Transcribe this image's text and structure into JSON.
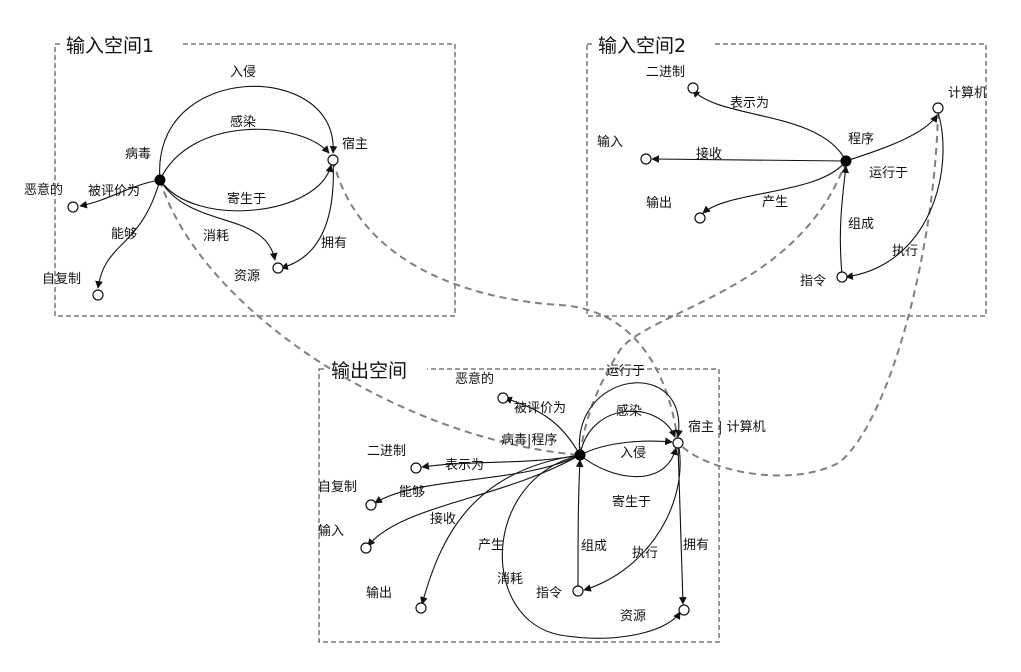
{
  "spaces": {
    "input1": {
      "title": "输入空间1"
    },
    "input2": {
      "title": "输入空间2"
    },
    "output": {
      "title": "输出空间"
    }
  },
  "input1": {
    "nodes": {
      "virus": "病毒",
      "host": "宿主",
      "resource": "资源",
      "malicious": "恶意的",
      "self_replicate": "自复制"
    },
    "edges": {
      "invade": "入侵",
      "infect": "感染",
      "parasitize": "寄生于",
      "consume": "消耗",
      "own": "拥有",
      "evaluated_as": "被评价为",
      "able_to": "能够"
    }
  },
  "input2": {
    "nodes": {
      "program": "程序",
      "computer": "计算机",
      "binary": "二进制",
      "input": "输入",
      "output": "输出",
      "instruction": "指令"
    },
    "edges": {
      "represented_as": "表示为",
      "receive": "接收",
      "produce": "产生",
      "runs_on": "运行于",
      "compose": "组成",
      "execute": "执行"
    }
  },
  "output": {
    "nodes": {
      "virus_program": "病毒|程序",
      "host_computer": "宿主 | 计算机",
      "malicious": "恶意的",
      "binary": "二进制",
      "self_replicate": "自复制",
      "input": "输入",
      "output": "输出",
      "instruction": "指令",
      "resource": "资源"
    },
    "edges": {
      "runs_on": "运行于",
      "evaluated_as": "被评价为",
      "infect": "感染",
      "invade": "入侵",
      "represented_as": "表示为",
      "able_to": "能够",
      "receive": "接收",
      "parasitize": "寄生于",
      "produce": "产生",
      "compose": "组成",
      "execute": "执行",
      "own": "拥有",
      "consume": "消耗"
    }
  }
}
